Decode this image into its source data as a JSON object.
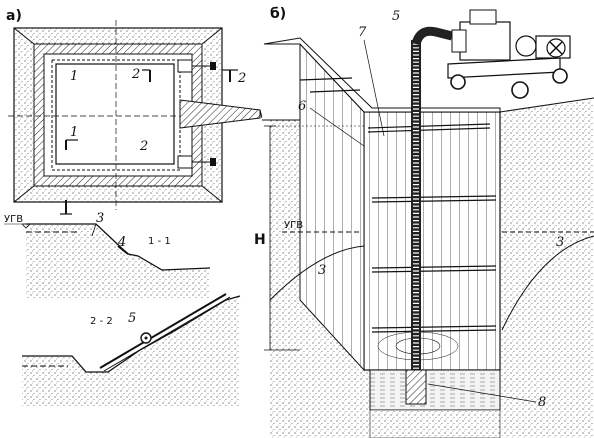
{
  "panel_a": {
    "label": "а)",
    "plan_callouts": [
      "1",
      "2",
      "1",
      "2",
      "2"
    ],
    "section_1_1": {
      "title": "1 - 1",
      "water_level": "УГВ",
      "callouts": [
        "3",
        "4"
      ]
    },
    "section_2_2": {
      "title": "2 - 2",
      "callouts": [
        "5"
      ]
    }
  },
  "panel_b": {
    "label": "б)",
    "callouts": [
      "5",
      "7",
      "6",
      "3",
      "3",
      "8"
    ],
    "water_level": "УГВ",
    "depth_label": "H"
  }
}
